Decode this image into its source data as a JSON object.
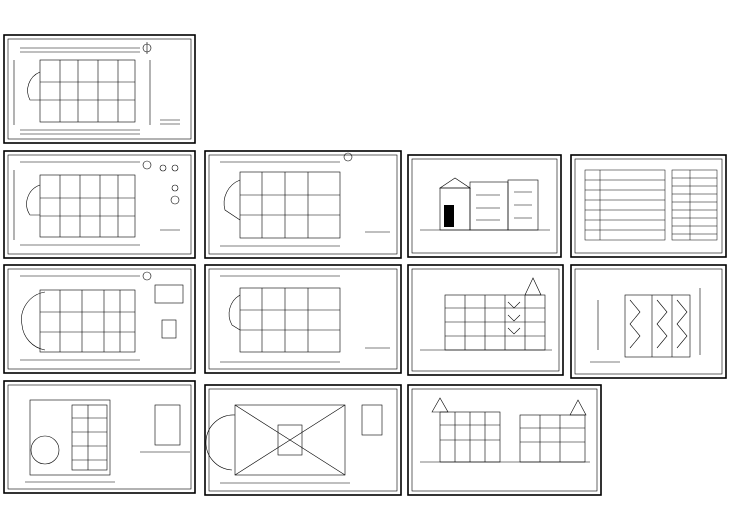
{
  "drawing_set": {
    "sheets": [
      {
        "id": "sheet-1",
        "kind": "floor-plan"
      },
      {
        "id": "sheet-2",
        "kind": "floor-plan"
      },
      {
        "id": "sheet-3",
        "kind": "floor-plan"
      },
      {
        "id": "sheet-4",
        "kind": "elevation"
      },
      {
        "id": "sheet-5",
        "kind": "schedule-table"
      },
      {
        "id": "sheet-6",
        "kind": "floor-plan"
      },
      {
        "id": "sheet-7",
        "kind": "floor-plan"
      },
      {
        "id": "sheet-8",
        "kind": "elevation"
      },
      {
        "id": "sheet-9",
        "kind": "section"
      },
      {
        "id": "sheet-10",
        "kind": "roof-plan"
      },
      {
        "id": "sheet-11",
        "kind": "floor-plan"
      },
      {
        "id": "sheet-12",
        "kind": "elevation"
      }
    ]
  },
  "colors": {
    "line": "#000000",
    "background": "#ffffff"
  }
}
